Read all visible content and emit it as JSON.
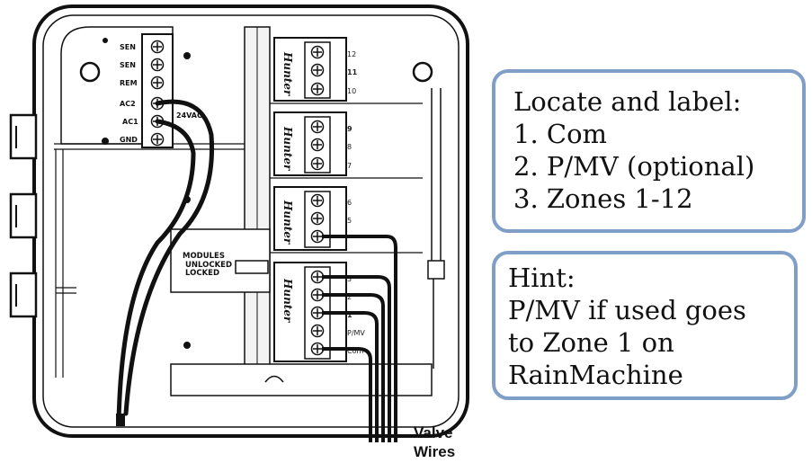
{
  "controller": {
    "terminal_labels": [
      "SEN",
      "SEN",
      "REM",
      "AC2",
      "AC1",
      "GND"
    ],
    "transformer_label": "24VAC",
    "modules_label": [
      "MODULES",
      "UNLOCKED",
      "LOCKED"
    ],
    "brand": "Hunter",
    "module_zone_numbers": [
      [
        "12",
        "11",
        "10"
      ],
      [
        "9",
        "8",
        "7"
      ],
      [
        "6",
        "5"
      ],
      [
        "3",
        "2",
        "1",
        "P/MV",
        "Com"
      ]
    ]
  },
  "wires_label": [
    "Valve",
    "Wires"
  ],
  "instructions": {
    "title": "Locate and label:",
    "items": [
      "1. Com",
      "2. P/MV (optional)",
      "3. Zones 1-12"
    ]
  },
  "hint": {
    "lines": [
      "Hint:",
      "P/MV if used goes",
      "to Zone 1 on",
      "RainMachine"
    ]
  },
  "colors": {
    "box_border": "#7f9fc6",
    "outline": "#111111",
    "wire": "#111111"
  }
}
